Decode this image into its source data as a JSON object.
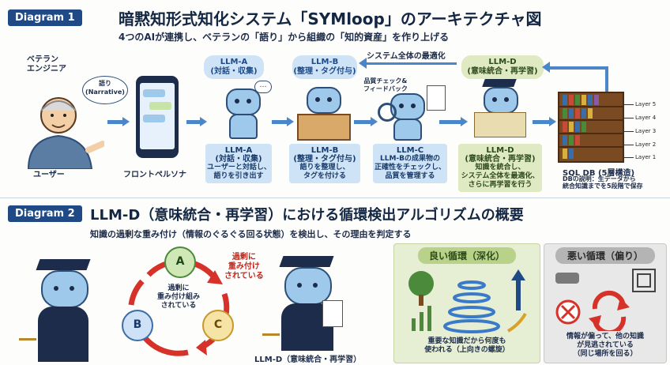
{
  "d1": {
    "badge": "Diagram 1",
    "title": "暗黙知形式知化システム「SYMloop」のアーキテクチャ図",
    "subtitle": "4つのAIが連携し、ベテランの「語り」から組織の「知的資産」を作り上げる",
    "veteran_label": "ベテラン\nエンジニア",
    "narrative": "語り\n(Narrative)",
    "user_label": "ユーザー",
    "frontend_label": "フロントペルソナ",
    "optimize_label": "システム全体の最適化",
    "quality_label": "品質チェック&\nフィードバック",
    "top_pills": [
      {
        "name": "LLM-A",
        "sub": "(対話・収集)"
      },
      {
        "name": "LLM-B",
        "sub": "(整理・タグ付与)"
      },
      {
        "name": "LLM-D",
        "sub": "(意味統合・再学習)"
      }
    ],
    "descs": [
      {
        "head": "LLM-A",
        "sub": "(対話・収集)",
        "text": "ユーザーと対話し、\n語りを引き出す"
      },
      {
        "head": "LLM-B",
        "sub": "(整理・タグ付与)",
        "text": "語りを整理し、\nタグを付ける"
      },
      {
        "head": "LLM-C",
        "sub": "",
        "text": "LLM-Bの成果物の\n正確性をチェックし、\n品質を管理する"
      },
      {
        "head": "LLM-D",
        "sub": "(意味統合・再学習)",
        "text": "知識を統合し、\nシステム全体を最適化、\nさらに再学習を行う"
      }
    ],
    "layers": [
      "Layer 5",
      "Layer 4",
      "Layer 3",
      "Layer 2",
      "Layer 1"
    ],
    "db_title": "SQL DB (5層構造)",
    "db_desc": "DBの説明：生データから\n統合知識までを5段階で保存"
  },
  "d2": {
    "badge": "Diagram 2",
    "title": "LLM-D（意味統合・再学習）における循環検出アルゴリズムの概要",
    "subtitle": "知識の過剰な重み付け（情報のぐるぐる回る状態）を検出し、その理由を判定する",
    "cycle_nodes": [
      "A",
      "B",
      "C"
    ],
    "cycle_center": "過剰に\n重み付け組み\nされている",
    "overweight": "過剰に\n重み付け\nされている",
    "robot_label": "LLM-D（意味統合・再学習）",
    "good_title": "良い循環（深化）",
    "good_text": "重要な知識だから何度も\n使われる（上向きの螺旋）",
    "bad_title": "悪い循環（偏り）",
    "bad_text": "情報が偏って、他の知識\nが見逃されている\n（同じ場所を回る）"
  }
}
